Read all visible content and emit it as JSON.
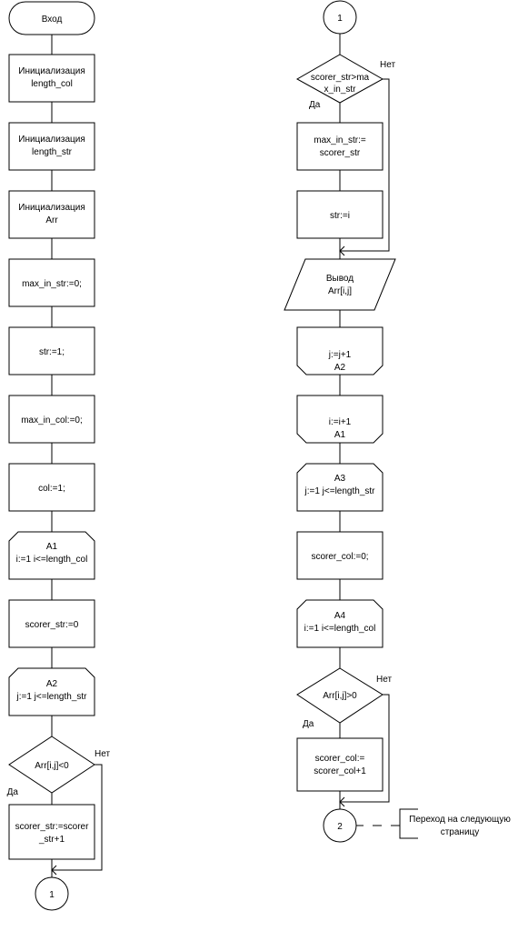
{
  "left_column": {
    "start": "Вход",
    "init_length_col": [
      "Инициализация",
      "length_col"
    ],
    "init_length_str": [
      "Инициализация",
      "length_str"
    ],
    "init_arr": [
      "Инициализация",
      "Arr"
    ],
    "max_in_str": "max_in_str:=0;",
    "str": "str:=1;",
    "max_in_col": "max_in_col:=0;",
    "col": "col:=1;",
    "loop_a1": [
      "A1",
      "i:=1 i<=length_col"
    ],
    "scorer_str": "scorer_str:=0",
    "loop_a2": [
      "A2",
      "j:=1 j<=length_str"
    ],
    "decision": "Arr[i,j]<0",
    "decision_yes": "Да",
    "decision_no": "Нет",
    "increment": [
      "scorer_str:=scorer",
      "_str+1"
    ],
    "connector": "1"
  },
  "right_column": {
    "connector_in": "1",
    "decision1": [
      "scorer_str>ma",
      "x_in_str"
    ],
    "decision1_yes": "Да",
    "decision1_no": "Нет",
    "assign_max": [
      "max_in_str:=",
      "scorer_str"
    ],
    "assign_str": "str:=i",
    "output": [
      "Вывод",
      "Arr[i,j]"
    ],
    "loop_end_a2": [
      "j:=j+1",
      "A2"
    ],
    "loop_end_a1": [
      "i:=i+1",
      "A1"
    ],
    "loop_a3": [
      "A3",
      "j:=1 j<=length_str"
    ],
    "scorer_col": "scorer_col:=0;",
    "loop_a4": [
      "A4",
      "i:=1 i<=length_col"
    ],
    "decision2": "Arr[i,j]>0",
    "decision2_yes": "Да",
    "decision2_no": "Нет",
    "increment_col": [
      "scorer_col:=",
      "scorer_col+1"
    ],
    "connector_out": "2",
    "comment": [
      "Переход на следующую",
      "страницу"
    ]
  }
}
